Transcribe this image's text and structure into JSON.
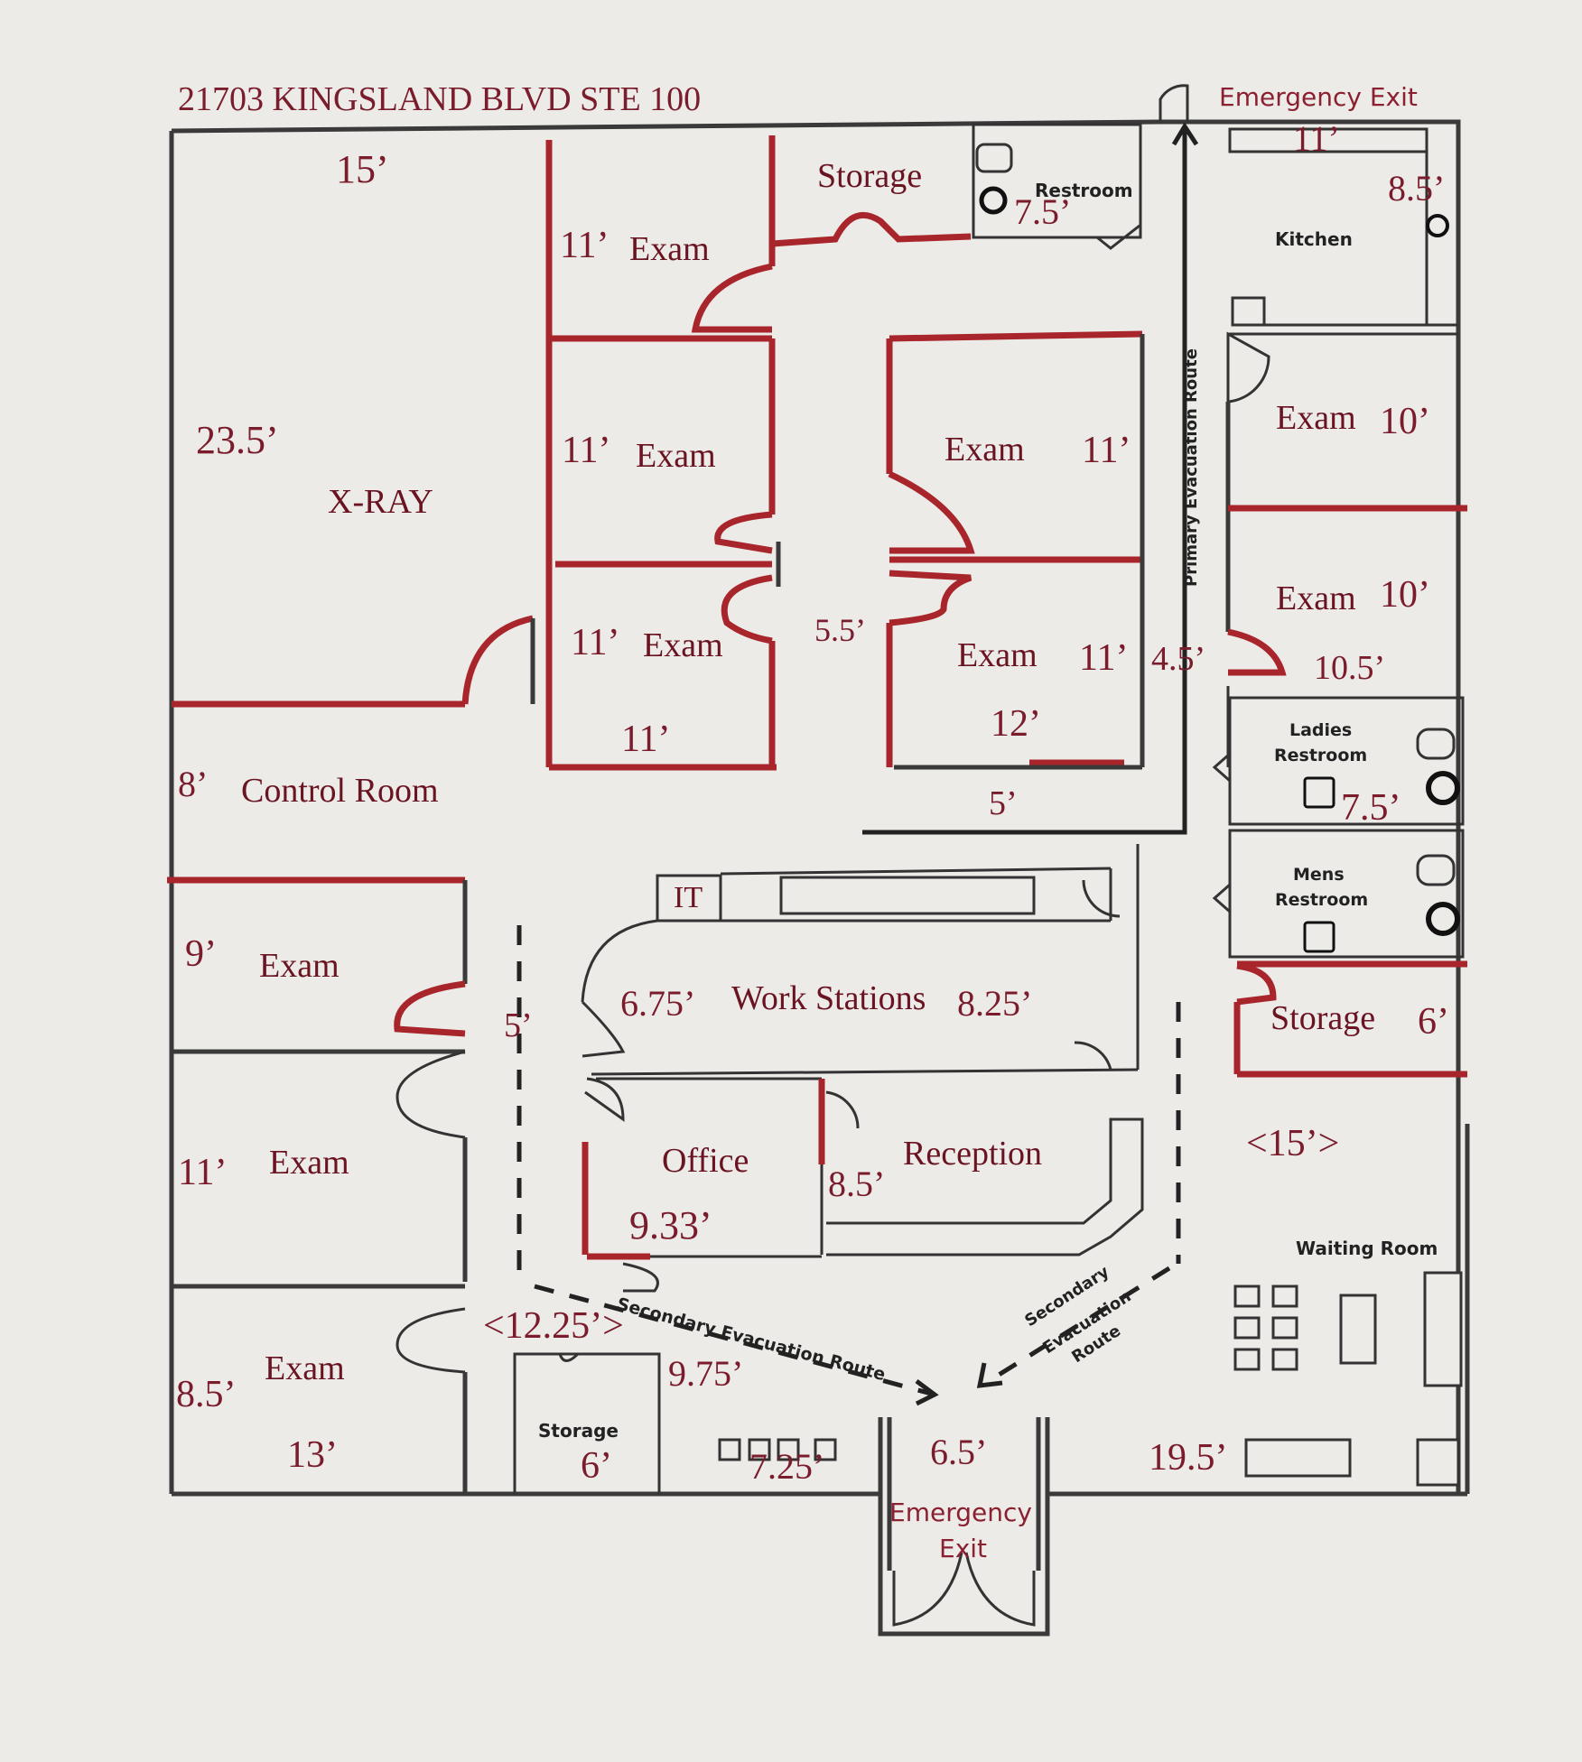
{
  "address": "21703 KINGSLAND BLVD STE 100",
  "exits": {
    "top": "Emergency Exit",
    "bottom_line1": "Emergency",
    "bottom_line2": "Exit"
  },
  "routes": {
    "primary": "Primary Evacuation Route",
    "secondary_left": "Secondary Evacuation Route",
    "secondary_right_line1": "Secondary",
    "secondary_right_line2": "Evacuation",
    "secondary_right_line3": "Route"
  },
  "rooms": {
    "xray": {
      "name": "X-RAY",
      "dim_w": "15’",
      "dim_h": "23.5’"
    },
    "control_room": {
      "name": "Control Room",
      "dim": "8’"
    },
    "exam_a": {
      "name": "Exam",
      "dim": "11’"
    },
    "exam_b": {
      "name": "Exam",
      "dim": "11’"
    },
    "exam_c": {
      "name": "Exam",
      "dim": "11’",
      "dim2": "11’"
    },
    "exam_d": {
      "name": "Exam",
      "dim": "11’"
    },
    "exam_e": {
      "name": "Exam",
      "dim": "11’",
      "dim2": "12’",
      "dim3": "5’"
    },
    "corridor": {
      "dim": "5.5’"
    },
    "storage_top": {
      "name": "Storage"
    },
    "restroom_top": {
      "name": "Restroom",
      "dim": "7.5’"
    },
    "kitchen": {
      "name": "Kitchen",
      "dim_w": "11’",
      "dim_h": "8.5’"
    },
    "exam_f": {
      "name": "Exam",
      "dim": "10’"
    },
    "exam_g": {
      "name": "Exam",
      "dim": "10’",
      "dim2": "10.5’",
      "dim3": "4.5’"
    },
    "ladies": {
      "line1": "Ladies",
      "line2": "Restroom",
      "dim": "7.5’"
    },
    "mens": {
      "line1": "Mens",
      "line2": "Restroom"
    },
    "storage_right": {
      "name": "Storage",
      "dim": "6’"
    },
    "exam_h": {
      "name": "Exam",
      "dim": "9’"
    },
    "exam_i": {
      "name": "Exam",
      "dim": "11’"
    },
    "exam_j": {
      "name": "Exam",
      "dim": "8.5’",
      "dim2": "13’"
    },
    "hall_left": {
      "dim": "5’",
      "dim2": "<12.25’>"
    },
    "it": {
      "name": "IT"
    },
    "work": {
      "name": "Work Stations",
      "dim_l": "6.75’",
      "dim_r": "8.25’"
    },
    "office": {
      "name": "Office",
      "dim": "9.33’"
    },
    "reception": {
      "name": "Reception",
      "dim": "8.5’"
    },
    "storage_bottom": {
      "name": "Storage",
      "dim": "6’"
    },
    "lobby": {
      "dim": "9.75’",
      "dim2": "7.25’",
      "dim3": "6.5’",
      "dim4": "19.5’"
    },
    "waiting": {
      "name": "Waiting Room",
      "dim": "<15’>"
    }
  },
  "colors": {
    "red_wall": "#a8252b",
    "gray_wall": "#3a3a3a",
    "label": "#7a1c2c",
    "background": "#ecebe8"
  }
}
